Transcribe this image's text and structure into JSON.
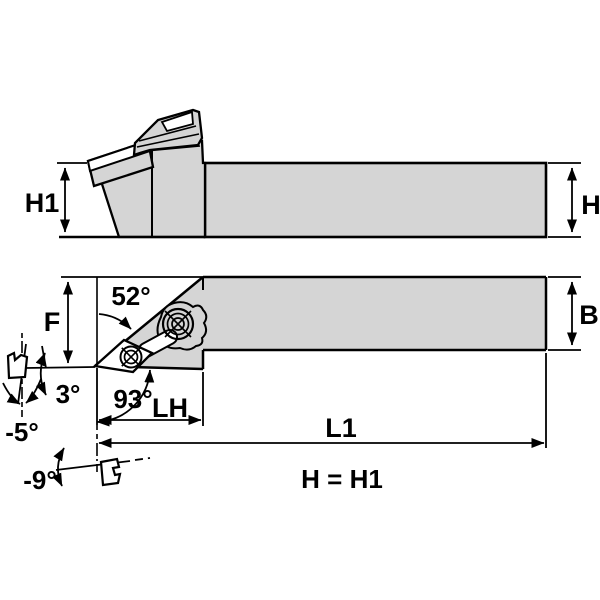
{
  "drawing": {
    "type": "toolholder-dimension-drawing",
    "labels": {
      "h1": "H1",
      "h": "H",
      "f": "F",
      "angle_52": "52°",
      "angle_3": "3°",
      "angle_neg5": "-5°",
      "angle_93": "93°",
      "lh": "LH",
      "angle_neg9": "-9°",
      "b": "B",
      "l1": "L1",
      "equation": "H = H1"
    },
    "colors": {
      "body_fill": "#d5d5d5",
      "line": "#000000",
      "background": "#ffffff",
      "insert_fill": "#ffffff"
    }
  }
}
